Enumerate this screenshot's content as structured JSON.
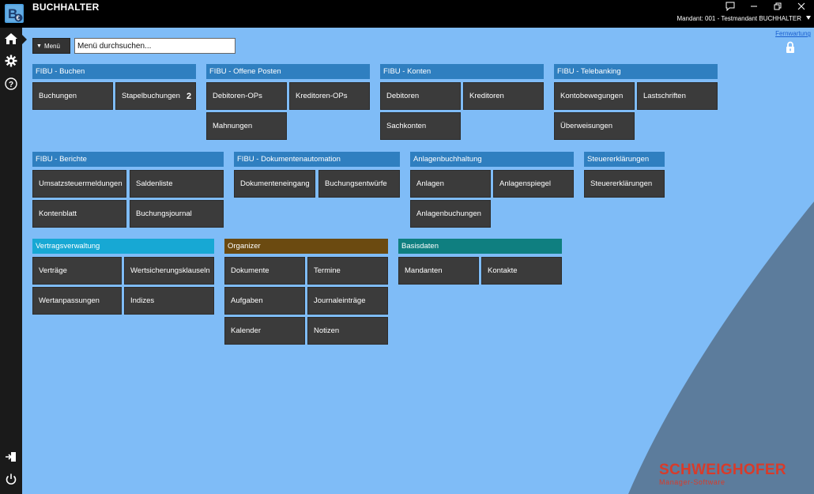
{
  "app": {
    "title": "BUCHHALTER",
    "logo_letters": "B",
    "mandant_label": "Mandant: 001 - Testmandant BUCHHALTER"
  },
  "window_controls": [
    {
      "name": "feedback-icon",
      "glyph": "□"
    },
    {
      "name": "minimize-icon",
      "glyph": "–"
    },
    {
      "name": "restore-icon",
      "glyph": "❐"
    },
    {
      "name": "close-icon",
      "glyph": "✕"
    }
  ],
  "toolbar": {
    "menu_label": "Menü",
    "search_placeholder": "Menü durchsuchen...",
    "remote_link": "Fernwartung"
  },
  "colors": {
    "background": "#7fbcf7",
    "fibu_header": "#2f7fc0",
    "vertrag_header": "#17a8d4",
    "organizer_header": "#6b4a10",
    "basisdaten_header": "#0f7f80",
    "tile": "#3b3b3b",
    "brand": "#d83b2a"
  },
  "groups": [
    {
      "key": "fibu_buchen",
      "title": "FIBU - Buchen",
      "tiles": [
        {
          "label": "Buchungen"
        },
        {
          "label": "Stapelbuchungen",
          "count": "2"
        }
      ]
    },
    {
      "key": "fibu_op",
      "title": "FIBU - Offene Posten",
      "tiles": [
        {
          "label": "Debitoren-OPs"
        },
        {
          "label": "Kreditoren-OPs"
        },
        {
          "label": "Mahnungen"
        }
      ]
    },
    {
      "key": "fibu_konten",
      "title": "FIBU - Konten",
      "tiles": [
        {
          "label": "Debitoren"
        },
        {
          "label": "Kreditoren"
        },
        {
          "label": "Sachkonten"
        }
      ]
    },
    {
      "key": "fibu_tele",
      "title": "FIBU - Telebanking",
      "tiles": [
        {
          "label": "Kontobewegungen"
        },
        {
          "label": "Lastschriften"
        },
        {
          "label": "Überweisungen"
        }
      ]
    },
    {
      "key": "fibu_berichte",
      "title": "FIBU - Berichte",
      "tiles": [
        {
          "label": "Umsatzsteuermeldungen"
        },
        {
          "label": "Saldenliste"
        },
        {
          "label": "Kontenblatt"
        },
        {
          "label": "Buchungsjournal"
        }
      ]
    },
    {
      "key": "fibu_doku",
      "title": "FIBU - Dokumentenautomation",
      "tiles": [
        {
          "label": "Dokumenteneingang"
        },
        {
          "label": "Buchungsentwürfe"
        }
      ]
    },
    {
      "key": "anlagen",
      "title": "Anlagenbuchhaltung",
      "tiles": [
        {
          "label": "Anlagen"
        },
        {
          "label": "Anlagenspiegel"
        },
        {
          "label": "Anlagenbuchungen"
        }
      ]
    },
    {
      "key": "steuer",
      "title": "Steuererklärungen",
      "tiles": [
        {
          "label": "Steuererklärungen"
        }
      ]
    },
    {
      "key": "vertrag",
      "title": "Vertragsverwaltung",
      "tiles": [
        {
          "label": "Verträge"
        },
        {
          "label": "Wertsicherungsklauseln"
        },
        {
          "label": "Wertanpassungen"
        },
        {
          "label": "Indizes"
        }
      ]
    },
    {
      "key": "organizer",
      "title": "Organizer",
      "tiles": [
        {
          "label": "Dokumente"
        },
        {
          "label": "Termine"
        },
        {
          "label": "Aufgaben"
        },
        {
          "label": "Journaleinträge"
        },
        {
          "label": "Kalender"
        },
        {
          "label": "Notizen"
        }
      ]
    },
    {
      "key": "basis",
      "title": "Basisdaten",
      "tiles": [
        {
          "label": "Mandanten"
        },
        {
          "label": "Kontakte"
        }
      ]
    }
  ],
  "brand": {
    "name": "SCHWEIGHOFER",
    "tagline": "Manager-Software"
  },
  "sidebar": [
    {
      "name": "home-icon"
    },
    {
      "name": "gear-icon"
    },
    {
      "name": "help-icon"
    },
    {
      "name": "logout-icon"
    },
    {
      "name": "power-icon"
    }
  ]
}
